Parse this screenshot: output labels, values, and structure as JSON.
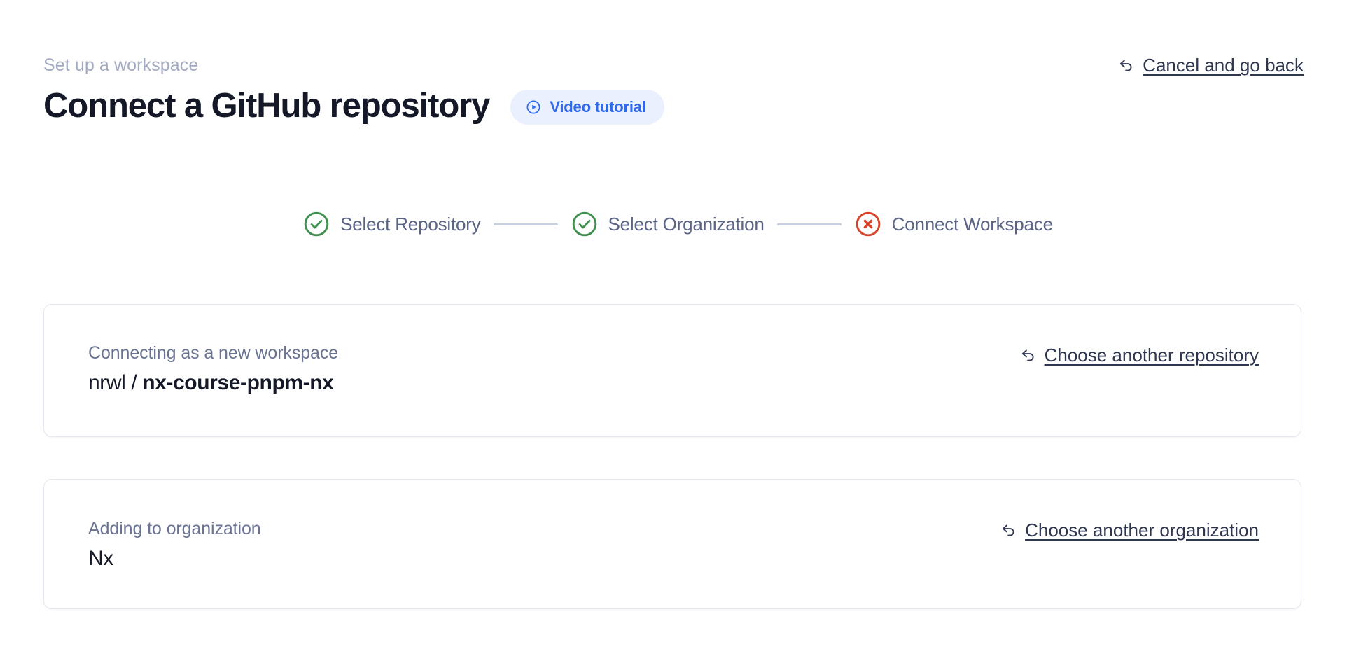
{
  "header": {
    "eyebrow": "Set up a workspace",
    "title": "Connect a GitHub repository",
    "video_badge": {
      "label": "Video tutorial",
      "icon": "play-circle-icon",
      "background": "#eaf0fe",
      "text_color": "#2f68ea"
    },
    "cancel_link": {
      "label": "Cancel and go back",
      "icon": "back-arrow-icon"
    }
  },
  "stepper": {
    "connector_color": "#c8cfe0",
    "steps": [
      {
        "label": "Select Repository",
        "state": "complete",
        "icon": "check-circle-icon",
        "color": "#3f8f4f"
      },
      {
        "label": "Select Organization",
        "state": "complete",
        "icon": "check-circle-icon",
        "color": "#3f8f4f"
      },
      {
        "label": "Connect Workspace",
        "state": "error",
        "icon": "x-circle-icon",
        "color": "#d9432a"
      }
    ]
  },
  "cards": [
    {
      "caption": "Connecting as a new workspace",
      "value_owner": "nrwl",
      "value_separator": " / ",
      "value_repo": "nx-course-pnpm-nx",
      "link": {
        "label": "Choose another repository",
        "icon": "back-arrow-icon"
      }
    },
    {
      "caption": "Adding to organization",
      "value_owner": "Nx",
      "value_separator": "",
      "value_repo": "",
      "link": {
        "label": "Choose another organization",
        "icon": "back-arrow-icon"
      }
    }
  ]
}
